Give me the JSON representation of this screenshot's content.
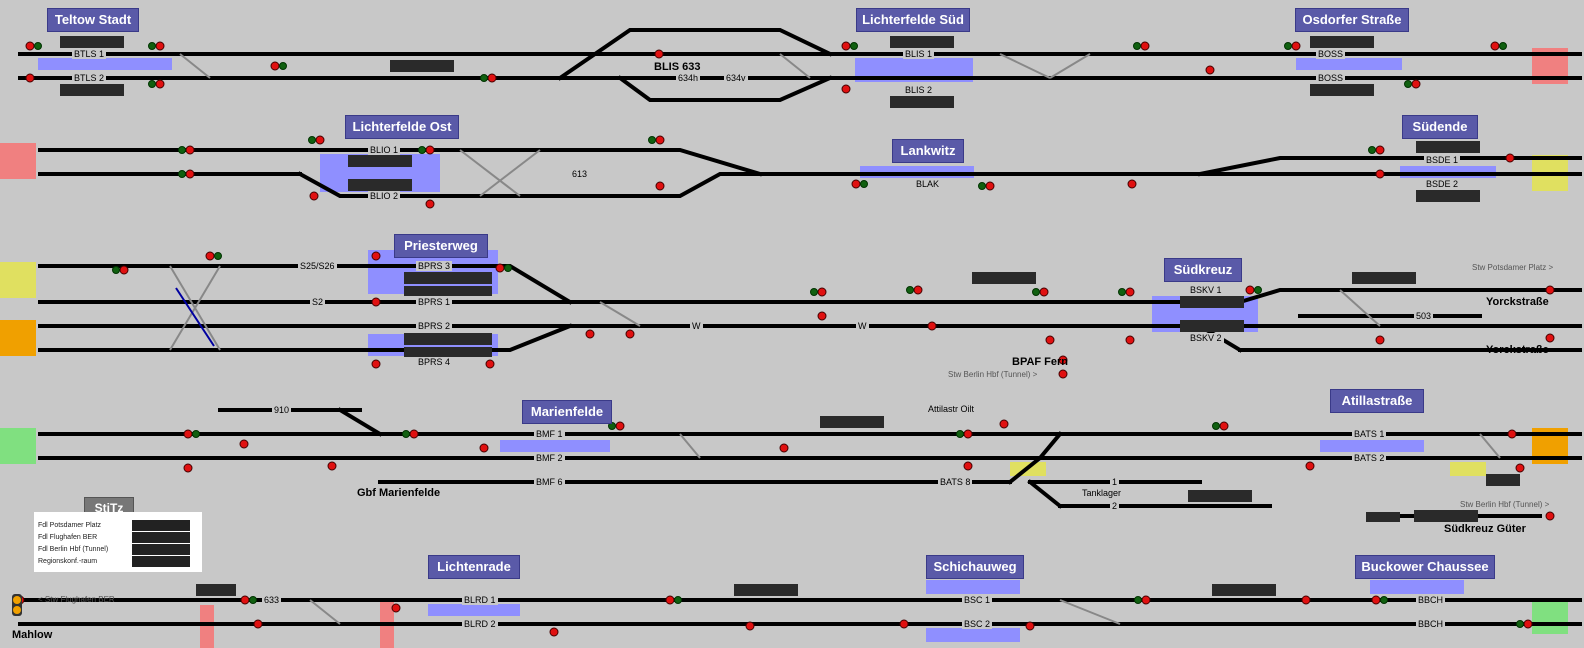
{
  "stations": {
    "teltow_stadt": "Teltow Stadt",
    "lichterfelde_sued": "Lichterfelde Süd",
    "osdorfer_strasse": "Osdorfer Straße",
    "lichterfelde_ost": "Lichterfelde Ost",
    "lankwitz": "Lankwitz",
    "suedende": "Südende",
    "priesterweg": "Priesterweg",
    "suedkreuz": "Südkreuz",
    "marienfelde": "Marienfelde",
    "atillastrasse": "Atillastraße",
    "lichtenrade": "Lichtenrade",
    "schichauweg": "Schichauweg",
    "buckower_chaussee": "Buckower Chaussee",
    "stitz": "StiTz"
  },
  "tracks": {
    "btls1": "BTLS 1",
    "btls2": "BTLS 2",
    "blis1": "BLIS 1",
    "blis2": "BLIS 2",
    "blis633": "BLIS 633",
    "boss1": "BOSS",
    "boss2": "BOSS",
    "blio1": "BLIO 1",
    "blio2": "BLIO 2",
    "t613": "613",
    "blak": "BLAK",
    "bsde1": "BSDE 1",
    "bsde2": "BSDE 2",
    "s25": "S25/S26",
    "s2": "S2",
    "bprs3": "BPRS 3",
    "bprs1": "BPRS 1",
    "bprs2": "BPRS 2",
    "bprs4": "BPRS 4",
    "w1": "W",
    "w2": "W",
    "bskv1": "BSKV 1",
    "bskv2": "BSKV 2",
    "t503": "503",
    "t910": "910",
    "bmf1": "BMF 1",
    "bmf2": "BMF 2",
    "bmf6": "BMF 6",
    "bats1": "BATS 1",
    "bats2": "BATS 2",
    "bats8": "BATS 8",
    "t1": "1",
    "t2": "2",
    "blrd1": "BLRD 1",
    "blrd2": "BLRD 2",
    "bsc1": "BSC 1",
    "bsc2": "BSC 2",
    "bbch1": "BBCH",
    "bbch2": "BBCH",
    "t633": "633",
    "t634h": "634h",
    "t634v": "634v"
  },
  "labels": {
    "yorck1": "Yorckstraße",
    "yorck2": "Yorckstraße",
    "bpaf": "BPAF Fern",
    "gbf_marienfelde": "Gbf Marienfelde",
    "tanklager": "Tanklager",
    "suedkreuz_gueter": "Südkreuz Güter",
    "mahlow": "Mahlow",
    "attilastr_oilt": "Attilastr Oilt"
  },
  "links": {
    "stw_potsdamer": "Stw Potsdamer Platz >",
    "stw_hbf_tunnel1": "Stw Berlin Hbf (Tunnel) >",
    "stw_hbf_tunnel2": "Stw Berlin Hbf (Tunnel) >",
    "stw_flughafen": "< Stw Flughafen BER"
  },
  "legend": {
    "row1": "Fdl Potsdamer Platz",
    "row2": "Fdl Flughafen BER",
    "row3": "Fdl Berlin Hbf (Tunnel)",
    "row4": "Regionskonf.-raum"
  },
  "colors": {
    "background": "#c8c8c8",
    "station_box": "#5a5aa8",
    "platform": "#8f8fff",
    "signal_red": "#e01010",
    "signal_green": "#106010",
    "exit_red": "#f08080",
    "exit_green": "#80e080",
    "exit_yellow": "#e0e060",
    "exit_orange": "#f0a000"
  }
}
